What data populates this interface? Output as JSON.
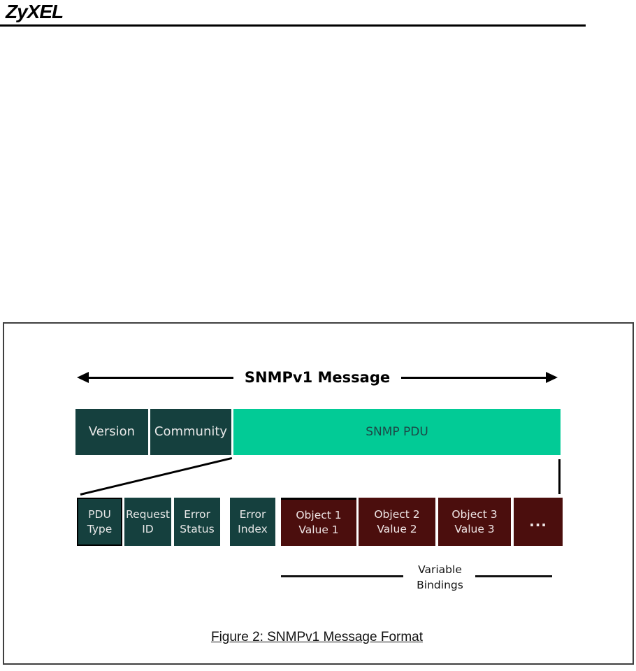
{
  "header": {
    "logo": "ZyXEL"
  },
  "figure": {
    "arrow_label": "SNMPv1 Message",
    "caption": "Figure 2: SNMPv1 Message Format",
    "row1": [
      {
        "label": "Version"
      },
      {
        "label": "Community"
      },
      {
        "label": "SNMP PDU"
      }
    ],
    "row2": [
      {
        "line1": "PDU",
        "line2": "Type"
      },
      {
        "line1": "Request",
        "line2": "ID"
      },
      {
        "line1": "Error",
        "line2": "Status"
      },
      {
        "line1": "Error",
        "line2": "Index"
      },
      {
        "line1": "Object 1",
        "line2": "Value 1"
      },
      {
        "line1": "Object 2",
        "line2": "Value 2"
      },
      {
        "line1": "Object 3",
        "line2": "Value 3"
      },
      {
        "ellipsis": "..."
      }
    ],
    "variable_bindings": {
      "line1": "Variable",
      "line2": "Bindings"
    },
    "colors": {
      "field_teal": "#15403E",
      "pdu_green": "#02CB96",
      "binding_maroon": "#4B0E0D"
    }
  }
}
